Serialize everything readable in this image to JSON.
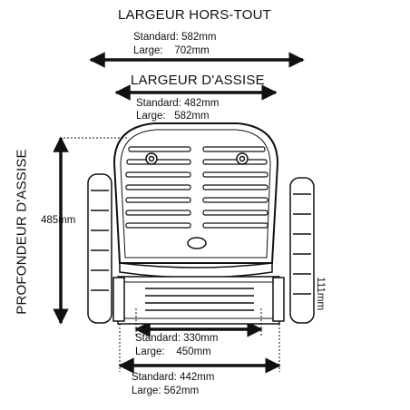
{
  "overall_width": {
    "title": "LARGEUR HORS-TOUT",
    "standard": "Standard: 582mm",
    "large": "Large:    702mm"
  },
  "seat_width": {
    "title": "LARGEUR D'ASSISE",
    "standard": "Standard: 482mm",
    "large": "Large:   582mm"
  },
  "seat_depth": {
    "title": "PROFONDEUR D'ASSISE",
    "value": "485mm"
  },
  "height": {
    "value": "111mm"
  },
  "lower_width": {
    "standard": "Standard: 330mm",
    "large": "Large:    450mm"
  },
  "base_width": {
    "standard": "Standard: 442mm",
    "large": "Large: 562mm"
  },
  "colors": {
    "line": "#111111",
    "background": "#ffffff"
  }
}
